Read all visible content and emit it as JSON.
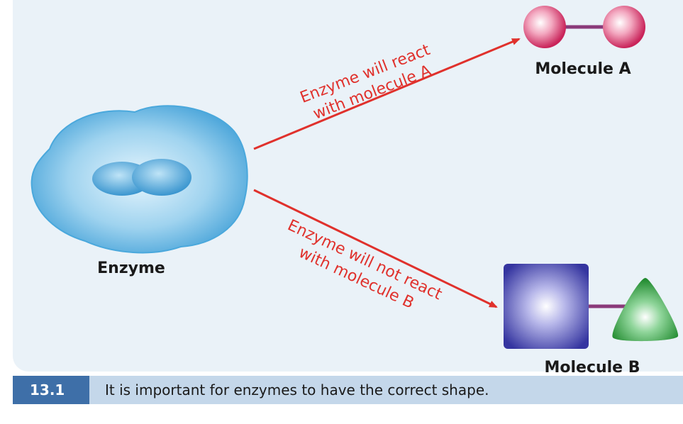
{
  "figure": {
    "number": "13.1",
    "caption": "It is important for enzymes to have the correct shape."
  },
  "labels": {
    "enzyme": "Enzyme",
    "molecule_a": "Molecule A",
    "molecule_b": "Molecule B"
  },
  "arrows": {
    "react_line1": "Enzyme will react",
    "react_line2": "with molecule A",
    "no_react_line1": "Enzyme will not react",
    "no_react_line2": "with molecule B"
  },
  "colors": {
    "arrow": "#e0312c",
    "enzyme": "#4aa8dc",
    "molecule_a": "#d9416f",
    "molecule_b_square": "#3f3fa8",
    "molecule_b_triangle": "#2e9a3a",
    "bond": "#8a3a7a"
  }
}
